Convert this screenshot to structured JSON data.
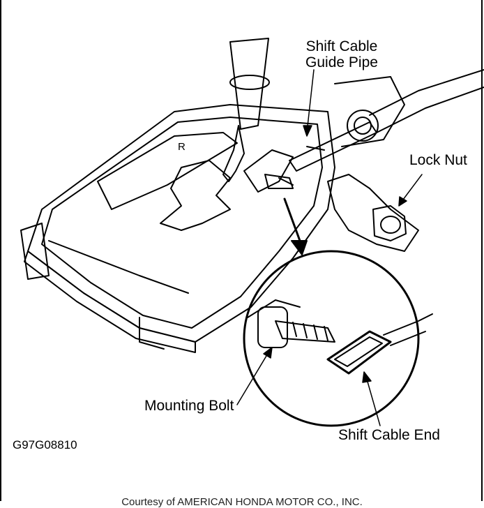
{
  "labels": {
    "guide_pipe_line1": "Shift Cable",
    "guide_pipe_line2": "Guide Pipe",
    "lock_nut": "Lock Nut",
    "mounting_bolt": "Mounting Bolt",
    "shift_cable_end": "Shift Cable End",
    "gear_letter": "R"
  },
  "figure_id": "G97G08810",
  "courtesy": "Courtesy of AMERICAN HONDA MOTOR CO., INC."
}
